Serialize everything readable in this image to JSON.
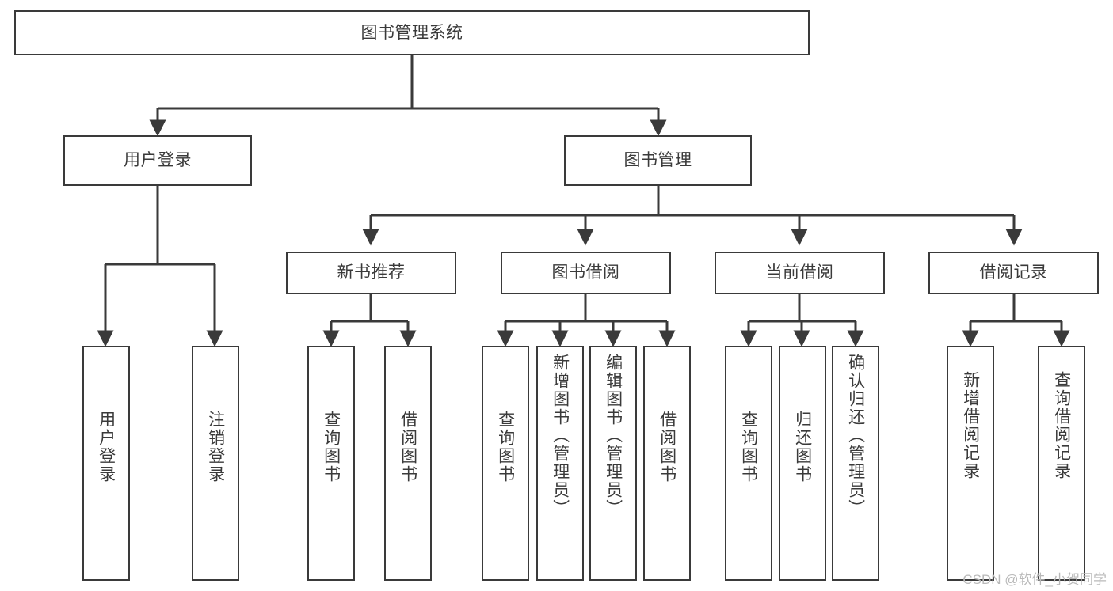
{
  "diagram": {
    "title": "图书管理系统",
    "type": "tree",
    "stroke_color": "#3a3a3a",
    "background_color": "#ffffff",
    "watermark": "CSDN @软件_小贺同学",
    "root": {
      "id": "root",
      "label": "图书管理系统"
    },
    "level2": [
      {
        "id": "user-login",
        "label": "用户登录"
      },
      {
        "id": "book-manage",
        "label": "图书管理"
      }
    ],
    "level3": [
      {
        "id": "new-book-recommend",
        "label": "新书推荐"
      },
      {
        "id": "book-borrow",
        "label": "图书借阅"
      },
      {
        "id": "current-borrow",
        "label": "当前借阅"
      },
      {
        "id": "borrow-record",
        "label": "借阅记录"
      }
    ],
    "leaves": {
      "user_login": [
        {
          "id": "leaf-user-login",
          "label": "用户登录"
        },
        {
          "id": "leaf-user-logout",
          "label": "注销登录"
        }
      ],
      "new_book_recommend": [
        {
          "id": "leaf-query-book-1",
          "label": "查询图书"
        },
        {
          "id": "leaf-borrow-book-1",
          "label": "借阅图书"
        }
      ],
      "book_borrow": [
        {
          "id": "leaf-query-book-2",
          "label": "查询图书"
        },
        {
          "id": "leaf-add-book",
          "label": "新增图书（管理员）"
        },
        {
          "id": "leaf-edit-book",
          "label": "编辑图书（管理员）"
        },
        {
          "id": "leaf-borrow-book-2",
          "label": "借阅图书"
        }
      ],
      "current_borrow": [
        {
          "id": "leaf-query-book-3",
          "label": "查询图书"
        },
        {
          "id": "leaf-return-book",
          "label": "归还图书"
        },
        {
          "id": "leaf-confirm-return",
          "label": "确认归还（管理员）"
        }
      ],
      "borrow_record": [
        {
          "id": "leaf-add-record",
          "label": "新增借阅记录"
        },
        {
          "id": "leaf-query-record",
          "label": "查询借阅记录"
        }
      ]
    }
  }
}
